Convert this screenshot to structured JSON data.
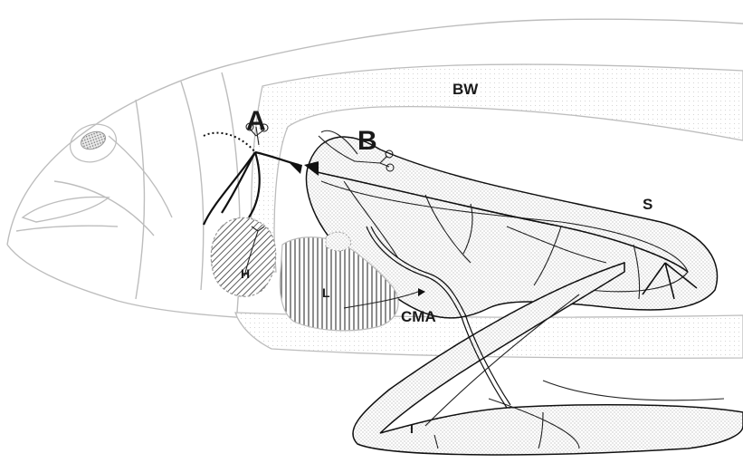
{
  "labels": {
    "a": "A",
    "b": "B",
    "bw": "BW",
    "s": "S",
    "h": "H",
    "l": "L",
    "cma": "CMA",
    "i": "I"
  },
  "colors": {
    "body_outline": "#bdbdbd",
    "ink": "#111111",
    "stipple_light": "#d9d9d9",
    "stipple_dark": "#555555"
  }
}
